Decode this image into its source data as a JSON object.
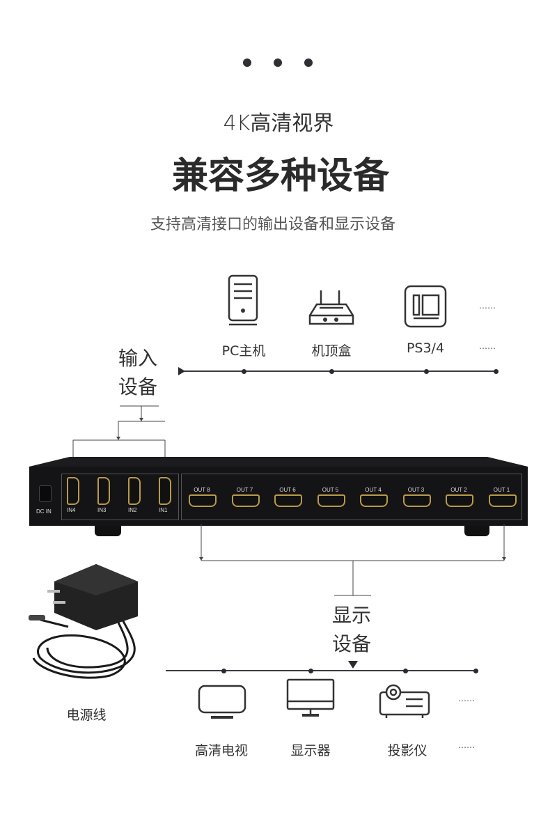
{
  "header": {
    "subtitle_top": "4K高清视界",
    "title": "兼容多种设备",
    "description": "支持高清接口的输出设备和显示设备"
  },
  "inputs": {
    "heading_line1": "输入",
    "heading_line2": "设备",
    "items": [
      {
        "label": "PC主机",
        "icon": "pc-tower-icon"
      },
      {
        "label": "机顶盒",
        "icon": "set-top-box-icon"
      },
      {
        "label": "PS3/4",
        "icon": "game-console-icon"
      },
      {
        "label": "……",
        "icon": "more-dots"
      }
    ]
  },
  "device": {
    "dc_label": "DC IN",
    "inputs": [
      "IN4",
      "IN3",
      "IN2",
      "IN1"
    ],
    "outputs": [
      "OUT 8",
      "OUT 7",
      "OUT 6",
      "OUT 5",
      "OUT 4",
      "OUT 3",
      "OUT 2",
      "OUT 1"
    ]
  },
  "outputs": {
    "heading_line1": "显示",
    "heading_line2": "设备",
    "items": [
      {
        "label": "高清电视",
        "icon": "tv-icon"
      },
      {
        "label": "显示器",
        "icon": "monitor-icon"
      },
      {
        "label": "投影仪",
        "icon": "projector-icon"
      },
      {
        "label": "……",
        "icon": "more-dots"
      }
    ]
  },
  "power": {
    "label": "电源线"
  }
}
